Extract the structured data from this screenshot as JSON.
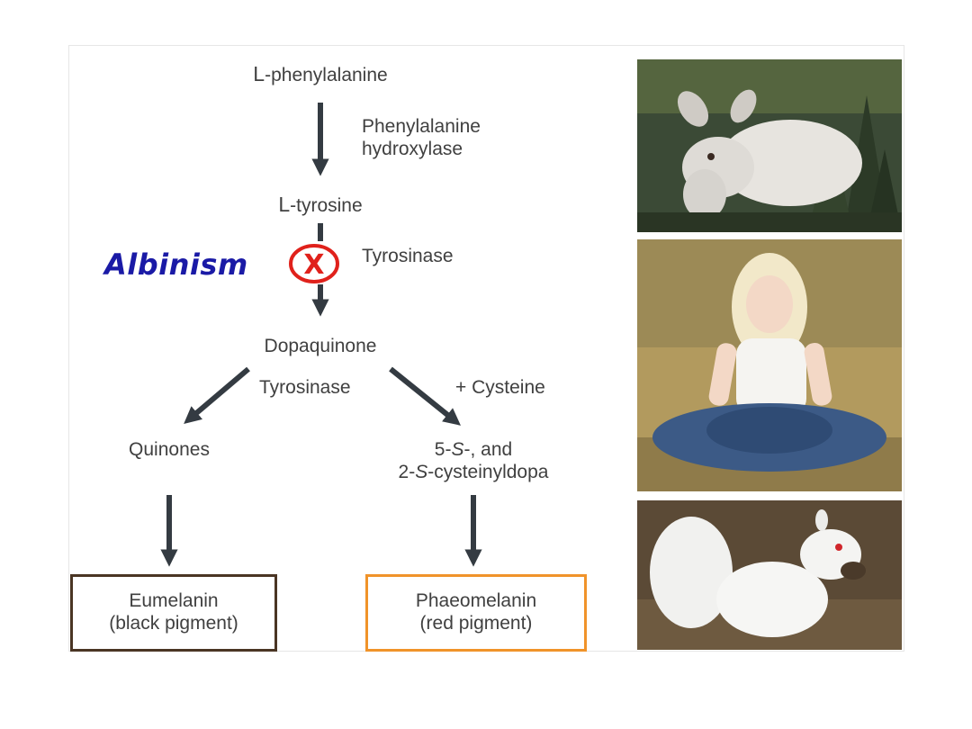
{
  "pathway": {
    "phenylalanine_prefix": "L",
    "phenylalanine_rest": "-phenylalanine",
    "enzyme_1_line1": "Phenylalanine",
    "enzyme_1_line2": "hydroxylase",
    "tyrosine_prefix": "L",
    "tyrosine_rest": "-tyrosine",
    "enzyme_2": "Tyrosinase",
    "block_label": "Albinism",
    "block_symbol": "X",
    "dopaquinone": "Dopaquinone",
    "branch_left_enzyme": "Tyrosinase",
    "branch_right_reagent": "+ Cysteine",
    "quinones": "Quinones",
    "cysteinyl_part1": "5-",
    "cysteinyl_s1": "S",
    "cysteinyl_part2": "-, and",
    "cysteinyl_part3": "2-",
    "cysteinyl_s2": "S",
    "cysteinyl_part4": "-cysteinyldopa",
    "eumelanin_line1": "Eumelanin",
    "eumelanin_line2": "(black pigment)",
    "phaeomelanin_line1": "Phaeomelanin",
    "phaeomelanin_line2": "(red pigment)"
  },
  "colors": {
    "arrow": "#343b42",
    "albinism_text": "#1a1aa6",
    "block_red": "#e0211b",
    "eumelanin_border": "#4a3524",
    "phaeomelanin_border": "#f0932a"
  }
}
